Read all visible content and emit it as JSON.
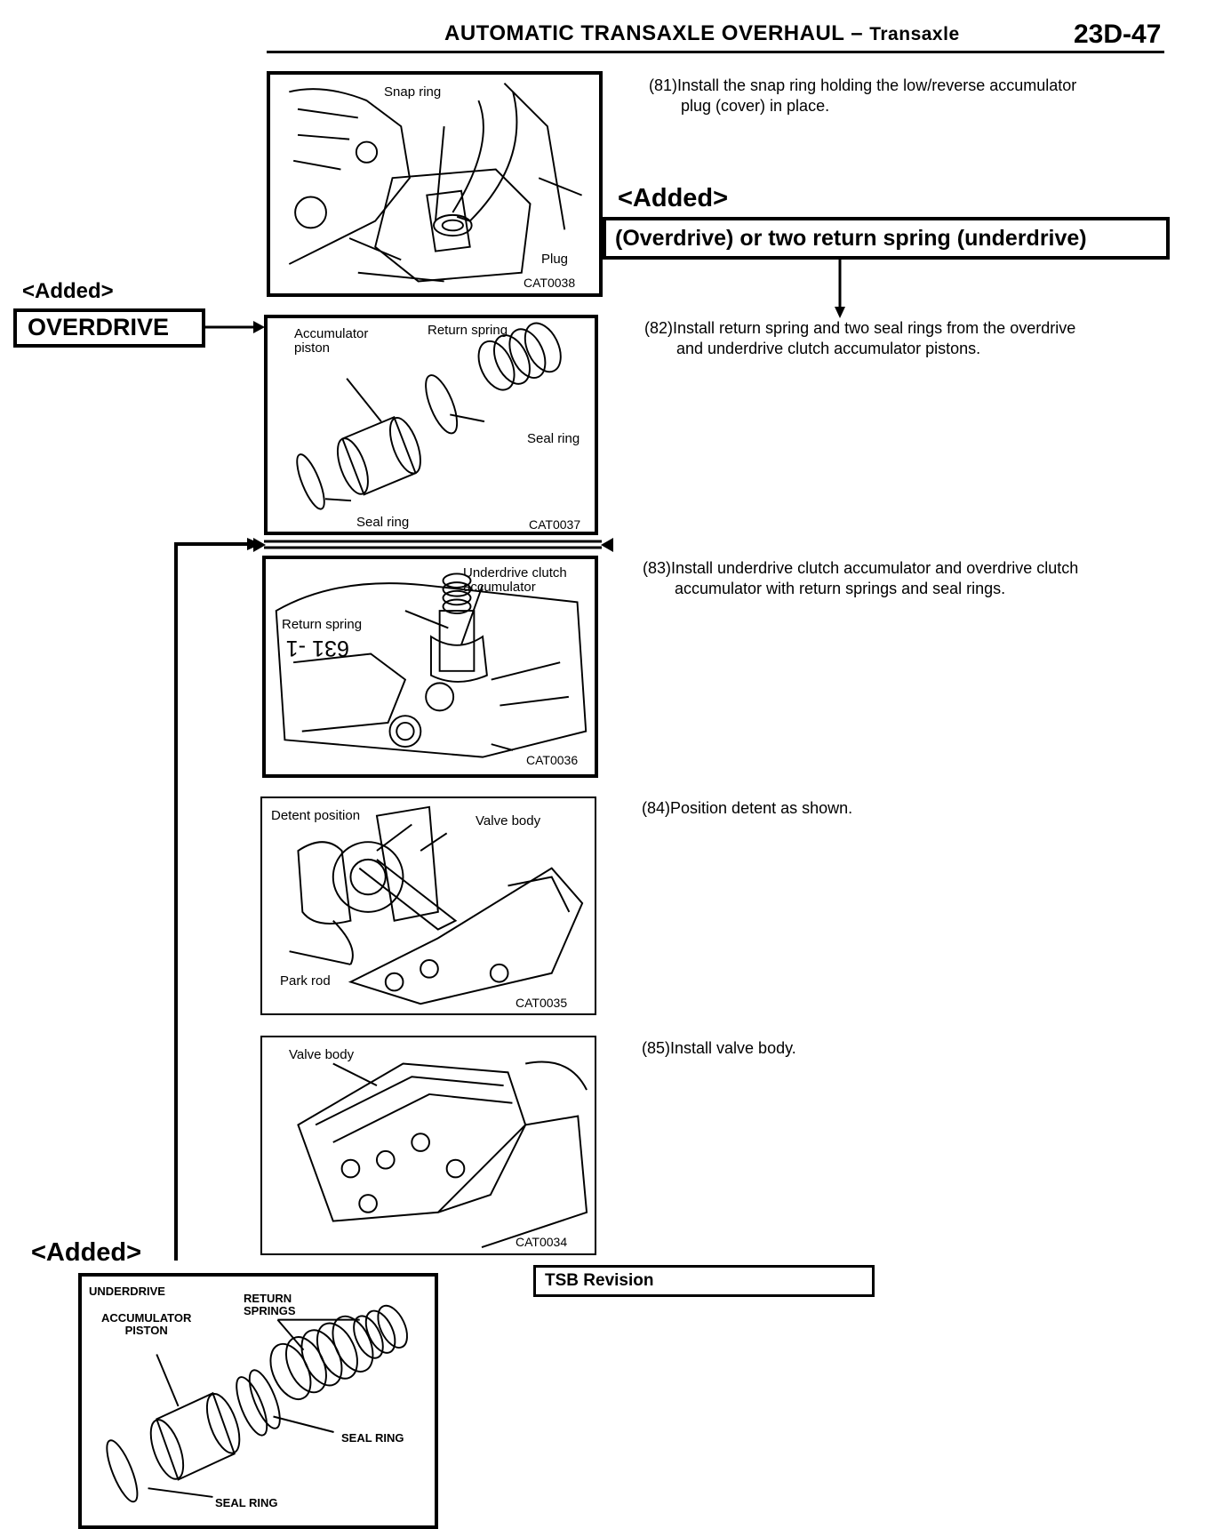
{
  "header": {
    "title": "AUTOMATIC TRANSAXLE OVERHAUL",
    "dash": "–",
    "subtitle": "Transaxle",
    "page": "23D-47"
  },
  "figures": [
    {
      "code": "CAT0038",
      "labels": {
        "snap_ring": "Snap ring",
        "plug": "Plug"
      }
    },
    {
      "code": "CAT0037",
      "labels": {
        "piston": "Accumulator\npiston",
        "return_spring": "Return spring",
        "seal_ring_1": "Seal ring",
        "seal_ring_2": "Seal ring"
      }
    },
    {
      "code": "CAT0036",
      "labels": {
        "accumulator": "Underdrive clutch\naccumulator",
        "return_spring": "Return spring"
      }
    },
    {
      "code": "CAT0035",
      "labels": {
        "detent": "Detent position",
        "valve_body": "Valve body",
        "park_rod": "Park rod"
      }
    },
    {
      "code": "CAT0034",
      "labels": {
        "valve_body": "Valve body"
      }
    },
    {
      "code": "",
      "labels": {
        "underdrive": "UNDERDRIVE",
        "piston": "ACCUMULATOR\nPISTON",
        "return_springs": "RETURN\nSPRINGS",
        "seal_ring_1": "SEAL RING",
        "seal_ring_2": "SEAL RING"
      }
    }
  ],
  "steps": [
    {
      "number": "(81)",
      "line1": "Install the snap ring holding the low/reverse accumulator",
      "line2": "plug (cover) in place."
    },
    {
      "number": "(82)",
      "line1": "Install return spring and two seal rings from the overdrive",
      "line2": "and underdrive clutch accumulator pistons."
    },
    {
      "number": "(83)",
      "line1": "Install underdrive clutch accumulator and overdrive clutch",
      "line2": "accumulator with return springs and seal rings."
    },
    {
      "number": "(84)",
      "line1": "Position detent as shown.",
      "line2": ""
    },
    {
      "number": "(85)",
      "line1": "Install valve body.",
      "line2": ""
    }
  ],
  "annotations": {
    "added_label": "<Added>",
    "overdrive_box": "OVERDRIVE",
    "spring_box": "(Overdrive) or two return spring (underdrive)"
  },
  "footer": {
    "tsb_revision": "TSB Revision"
  }
}
